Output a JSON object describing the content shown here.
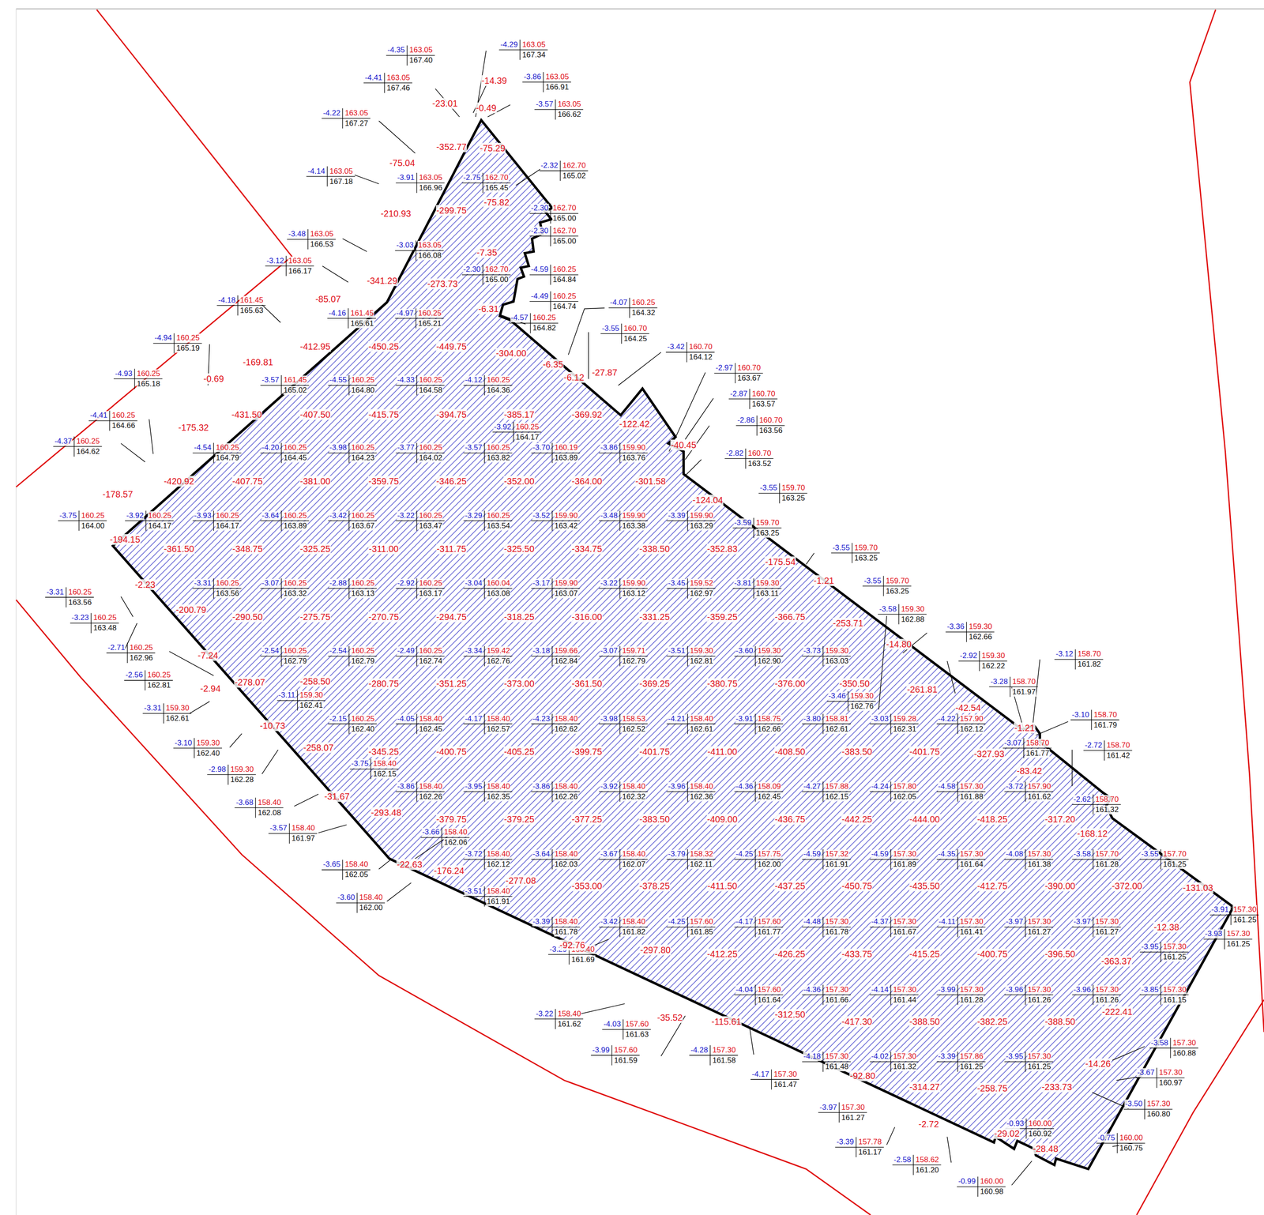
{
  "diagram": {
    "labels": [
      "-4.35",
      "163.05",
      "167.40",
      "-4.29",
      "163.05",
      "167.34",
      "-4.41",
      "163.05",
      "167.46",
      "-3.86",
      "163.05",
      "166.91",
      "-3.57",
      "163.05",
      "166.62",
      "-4.22",
      "163.05",
      "167.27",
      "-4.14",
      "163.05",
      "167.18",
      "-3.91",
      "163.05",
      "166.96",
      "-2.75",
      "162.70",
      "165.45",
      "-2.32",
      "162.70",
      "165.02",
      "-2.30",
      "162.70",
      "165.00",
      "-2.30",
      "162.70",
      "165.00",
      "-3.48",
      "163.05",
      "166.53",
      "-3.03",
      "163.05",
      "166.08",
      "-3.12",
      "163.05",
      "166.17",
      "-2.30",
      "162.70",
      "165.00",
      "-4.59",
      "160.25",
      "164.84",
      "-4.49",
      "160.25",
      "164.74",
      "-4.18",
      "161.45",
      "165.63",
      "-4.16",
      "161.45",
      "165.61",
      "-4.97",
      "160.25",
      "165.21",
      "-4.57",
      "160.25",
      "164.82",
      "-4.07",
      "160.25",
      "164.32",
      "-3.55",
      "160.70",
      "164.25",
      "-4.94",
      "160.25",
      "165.19",
      "-3.42",
      "160.70",
      "164.12",
      "-2.97",
      "160.70",
      "163.67",
      "-4.93",
      "160.25",
      "165.18",
      "-3.57",
      "161.45",
      "165.02",
      "-4.55",
      "160.25",
      "164.80",
      "-4.33",
      "160.25",
      "164.58",
      "-4.12",
      "160.25",
      "164.36",
      "-2.87",
      "160.70",
      "163.57",
      "-3.92",
      "160.25",
      "164.17",
      "-4.41",
      "160.25",
      "164.66",
      "-2.86",
      "160.70",
      "163.56",
      "-4.37",
      "160.25",
      "164.62",
      "-4.54",
      "160.25",
      "164.79",
      "-4.20",
      "160.25",
      "164.45",
      "-3.98",
      "160.25",
      "164.23",
      "-3.77",
      "160.25",
      "164.02",
      "-3.57",
      "160.25",
      "163.82",
      "-3.70",
      "160.19",
      "163.89",
      "-3.86",
      "159.90",
      "163.76",
      "-2.82",
      "160.70",
      "163.52",
      "-3.55",
      "159.70",
      "163.25",
      "-3.75",
      "160.25",
      "164.00",
      "-3.92",
      "160.25",
      "164.17",
      "-3.93",
      "160.25",
      "164.17",
      "-3.64",
      "160.25",
      "163.89",
      "-3.42",
      "160.25",
      "163.67",
      "-3.22",
      "160.25",
      "163.47",
      "-3.29",
      "160.25",
      "163.54",
      "-3.52",
      "159.90",
      "163.42",
      "-3.48",
      "159.90",
      "163.38",
      "-3.39",
      "159.90",
      "163.29",
      "-3.59",
      "159.70",
      "163.25",
      "-3.55",
      "159.70",
      "163.25",
      "-3.31",
      "160.25",
      "163.56",
      "-3.31",
      "160.25",
      "163.56",
      "-3.07",
      "160.25",
      "163.32",
      "-2.88",
      "160.25",
      "163.13",
      "-2.92",
      "160.25",
      "163.17",
      "-3.04",
      "160.04",
      "163.08",
      "-3.17",
      "159.90",
      "163.07",
      "-3.22",
      "159.90",
      "163.12",
      "-3.45",
      "159.52",
      "162.97",
      "-3.81",
      "159.30",
      "163.11",
      "-3.55",
      "159.70",
      "163.25",
      "-3.23",
      "160.25",
      "163.48",
      "-3.58",
      "159.30",
      "162.88",
      "-3.36",
      "159.30",
      "162.66",
      "-2.71",
      "160.25",
      "162.96",
      "-2.54",
      "160.25",
      "162.79",
      "-2.54",
      "160.25",
      "162.79",
      "-2.49",
      "160.25",
      "162.74",
      "-3.34",
      "159.42",
      "162.76",
      "-3.18",
      "159.66",
      "162.84",
      "-3.07",
      "159.71",
      "162.79",
      "-3.51",
      "159.30",
      "162.81",
      "-3.60",
      "159.30",
      "162.90",
      "-3.73",
      "159.30",
      "163.03",
      "-2.92",
      "159.30",
      "162.22",
      "-3.12",
      "158.70",
      "161.82",
      "-2.56",
      "160.25",
      "162.81",
      "-3.28",
      "158.70",
      "161.97",
      "-3.46",
      "159.30",
      "162.76",
      "-3.11",
      "159.30",
      "162.41",
      "-3.31",
      "159.30",
      "162.61",
      "-2.15",
      "160.25",
      "162.40",
      "-4.05",
      "158.40",
      "162.45",
      "-4.17",
      "158.40",
      "162.57",
      "-4.23",
      "158.40",
      "162.62",
      "-3.98",
      "158.53",
      "162.52",
      "-4.21",
      "158.40",
      "162.61",
      "-3.91",
      "158.75",
      "162.66",
      "-3.80",
      "158.81",
      "162.61",
      "-3.03",
      "159.28",
      "162.31",
      "-4.22",
      "157.90",
      "162.12",
      "-3.10",
      "158.70",
      "161.79",
      "-3.07",
      "158.70",
      "161.77",
      "-2.72",
      "158.70",
      "161.42",
      "-3.10",
      "159.30",
      "162.40",
      "-2.98",
      "159.30",
      "162.28",
      "-3.75",
      "158.40",
      "162.15",
      "-3.86",
      "158.40",
      "162.26",
      "-3.95",
      "158.40",
      "162.35",
      "-3.86",
      "158.40",
      "162.26",
      "-3.92",
      "158.40",
      "162.32",
      "-3.96",
      "158.40",
      "162.36",
      "-4.36",
      "158.09",
      "162.45",
      "-4.27",
      "157.88",
      "162.15",
      "-4.24",
      "157.80",
      "162.05",
      "-4.58",
      "157.30",
      "161.88",
      "-3.72",
      "157.90",
      "161.62",
      "-2.62",
      "158.70",
      "161.32",
      "-3.68",
      "158.40",
      "162.08",
      "-3.57",
      "158.40",
      "161.97",
      "-3.66",
      "158.40",
      "162.06",
      "-3.72",
      "158.40",
      "162.12",
      "-3.64",
      "158.40",
      "162.03",
      "-3.67",
      "158.40",
      "162.07",
      "-3.79",
      "158.32",
      "162.11",
      "-4.25",
      "157.75",
      "162.00",
      "-4.59",
      "157.32",
      "161.91",
      "-4.59",
      "157.30",
      "161.89",
      "-4.35",
      "157.30",
      "161.64",
      "-4.08",
      "157.30",
      "161.38",
      "-3.58",
      "157.70",
      "161.28",
      "-3.55",
      "157.70",
      "161.25",
      "-3.65",
      "158.40",
      "162.05",
      "-3.60",
      "158.40",
      "162.00",
      "-3.51",
      "158.40",
      "161.91",
      "-3.39",
      "158.40",
      "161.78",
      "-3.42",
      "158.40",
      "161.82",
      "-4.25",
      "157.60",
      "161.85",
      "-4.17",
      "157.60",
      "161.77",
      "-4.48",
      "157.30",
      "161.78",
      "-4.37",
      "157.30",
      "161.67",
      "-4.11",
      "157.30",
      "161.41",
      "-3.97",
      "157.30",
      "161.27",
      "-3.97",
      "157.30",
      "161.27",
      "-3.91",
      "157.30",
      "161.25",
      "-3.93",
      "157.30",
      "161.25",
      "-3.95",
      "157.30",
      "161.25",
      "-3.29",
      "158.40",
      "161.69",
      "-3.22",
      "158.40",
      "161.62",
      "-4.03",
      "157.60",
      "161.63",
      "-4.04",
      "157.60",
      "161.64",
      "-4.36",
      "157.30",
      "161.66",
      "-4.14",
      "157.30",
      "161.44",
      "-3.99",
      "157.30",
      "161.28",
      "-3.96",
      "157.30",
      "161.26",
      "-3.96",
      "157.30",
      "161.26",
      "-3.85",
      "157.30",
      "161.15",
      "-3.99",
      "157.60",
      "161.59",
      "-4.28",
      "157.30",
      "161.58",
      "-4.18",
      "157.30",
      "161.48",
      "-4.02",
      "157.30",
      "161.32",
      "-3.39",
      "157.86",
      "161.25",
      "-3.95",
      "157.30",
      "161.25",
      "-3.58",
      "157.30",
      "160.88",
      "-4.17",
      "157.30",
      "161.47",
      "-3.67",
      "157.30",
      "160.97",
      "-3.97",
      "157.30",
      "161.27",
      "-3.50",
      "157.30",
      "160.80",
      "-0.93",
      "160.00",
      "160.92",
      "-3.39",
      "157.78",
      "161.17",
      "-2.58",
      "158.62",
      "161.20",
      "-0.75",
      "160.00",
      "160.75",
      "-0.99",
      "160.00",
      "160.98",
      "-23.01",
      "-14.39",
      "-0.49",
      "-352.77",
      "-75.29",
      "-75.04",
      "-299.75",
      "-75.82",
      "-210.93",
      "-7.35",
      "-341.29",
      "-273.73",
      "-85.07",
      "-6.31",
      "-412.95",
      "-450.25",
      "-449.75",
      "-304.00",
      "-169.81",
      "-0.69",
      "-6.35",
      "-6.12",
      "-27.87",
      "-175.32",
      "-431.50",
      "-407.50",
      "-415.75",
      "-394.75",
      "-385.17",
      "-369.92",
      "-122.42",
      "-40.45",
      "-420.92",
      "-407.75",
      "-381.00",
      "-359.75",
      "-346.25",
      "-352.00",
      "-364.00",
      "-301.58",
      "-178.57",
      "-124.04",
      "-194.15",
      "-361.50",
      "-348.75",
      "-325.25",
      "-311.00",
      "-311.75",
      "-325.50",
      "-334.75",
      "-338.50",
      "-352.83",
      "-175.54",
      "-2.23",
      "-1.21",
      "-200.79",
      "-290.50",
      "-275.75",
      "-270.75",
      "-294.75",
      "-318.25",
      "-316.00",
      "-331.25",
      "-359.25",
      "-366.75",
      "-253.71",
      "-14.80",
      "-7.24",
      "-261.81",
      "-2.94",
      "-278.07",
      "-258.50",
      "-280.75",
      "-351.25",
      "-373.00",
      "-361.50",
      "-369.25",
      "-380.75",
      "-376.00",
      "-350.50",
      "-42.54",
      "-10.73",
      "-1.21",
      "-258.07",
      "-345.25",
      "-400.75",
      "-405.25",
      "-399.75",
      "-401.75",
      "-411.00",
      "-408.50",
      "-383.50",
      "-401.75",
      "-327.93",
      "-83.42",
      "-31.67",
      "-293.48",
      "-379.75",
      "-379.25",
      "-377.25",
      "-383.50",
      "-409.00",
      "-436.75",
      "-442.25",
      "-444.00",
      "-418.25",
      "-317.20",
      "-168.12",
      "-22.63",
      "-176.24",
      "-277.08",
      "-353.00",
      "-378.25",
      "-411.50",
      "-437.25",
      "-450.75",
      "-435.50",
      "-412.75",
      "-390.00",
      "-372.00",
      "-131.03",
      "-92.76",
      "-12.38",
      "-297.80",
      "-412.25",
      "-426.25",
      "-433.75",
      "-415.25",
      "-400.75",
      "-396.50",
      "-363.37",
      "-35.52",
      "-115.61",
      "-312.50",
      "-222.41",
      "-417.30",
      "-388.50",
      "-382.25",
      "-388.50",
      "-14.26",
      "-92.80",
      "-314.27",
      "-258.75",
      "-233.73",
      "-2.72",
      "-29.02",
      "-28.48"
    ]
  }
}
